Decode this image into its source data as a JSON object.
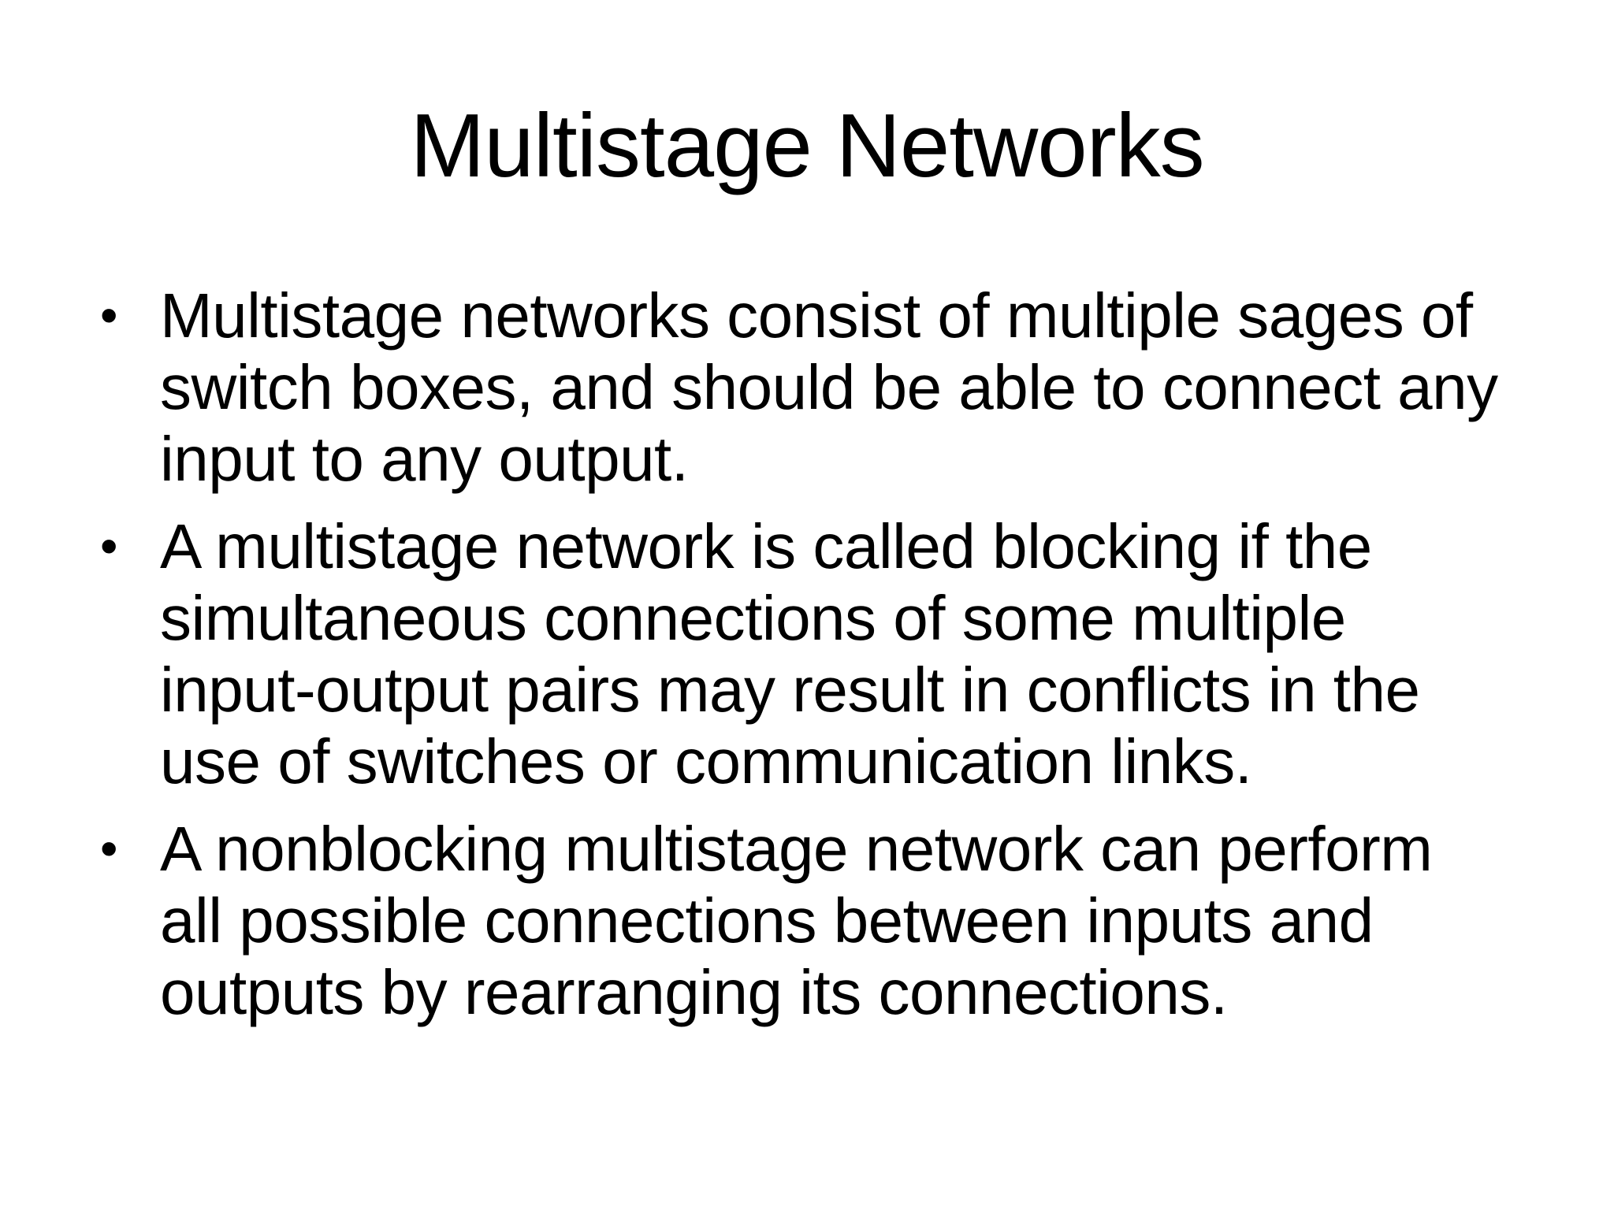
{
  "slide": {
    "title": "Multistage Networks",
    "bullet_glyph": "•",
    "colors": {
      "background": "#ffffff",
      "text": "#000000"
    },
    "bullets": [
      {
        "lines": [
          "Multistage networks consist of multiple sages of",
          "switch boxes, and should be able to connect any",
          "input to any output."
        ]
      },
      {
        "lines": [
          "A multistage network is called blocking if the",
          "simultaneous connections of some multiple",
          "input-output pairs may result in conflicts in the",
          "use of switches or communication links."
        ]
      },
      {
        "lines": [
          "A nonblocking multistage network can perform",
          "all possible connections between inputs and",
          "outputs by rearranging its connections."
        ]
      }
    ]
  }
}
